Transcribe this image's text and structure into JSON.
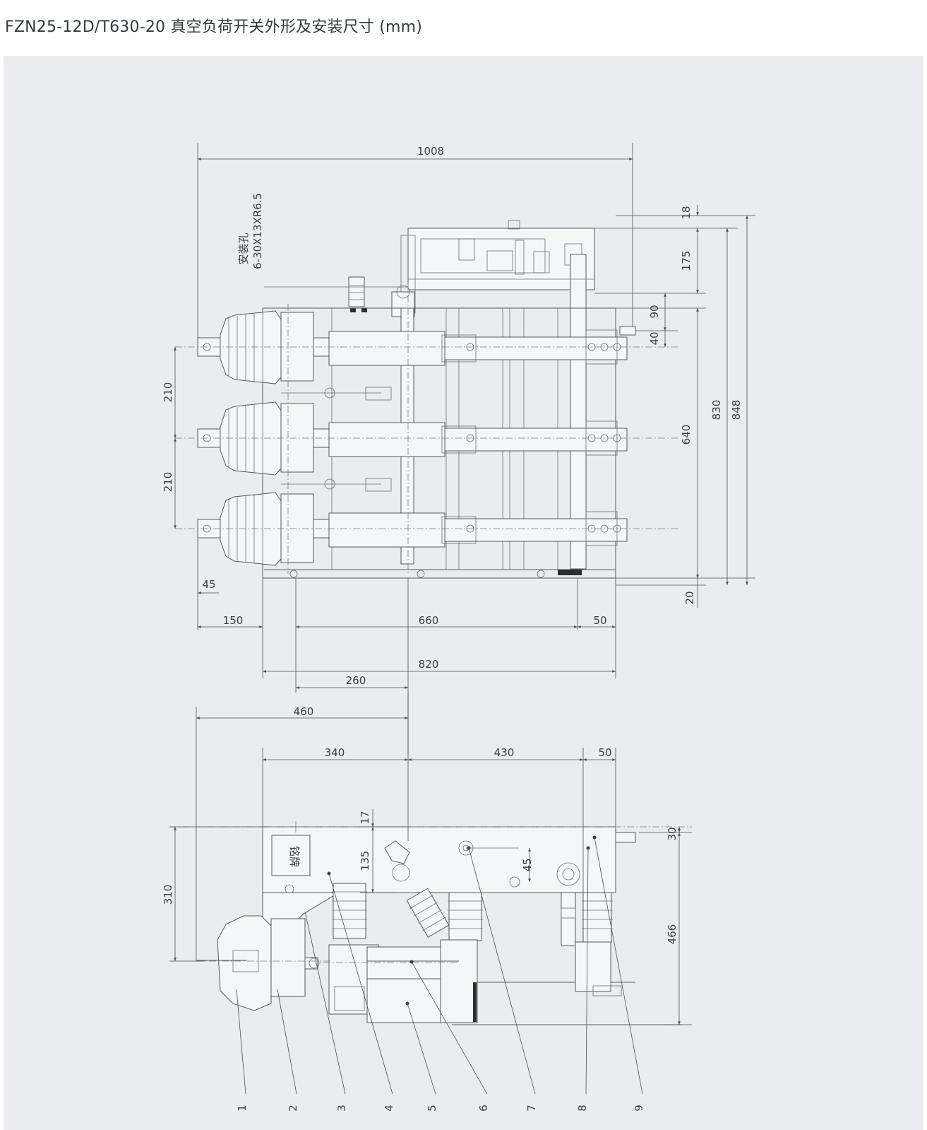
{
  "title": "FZN25-12D/T630-20  真空负荷开关外形及安装尺寸 (mm)",
  "mounting_note": [
    "安装孔",
    "6-30X13XR6.5"
  ],
  "nameplate": "铭牌",
  "top_view_dims": {
    "d1008": "1008",
    "d18": "18",
    "d175": "175",
    "d90": "90",
    "d40": "40",
    "d830": "830",
    "d848": "848",
    "d640": "640",
    "d20": "20",
    "d210a": "210",
    "d210b": "210",
    "d45": "45",
    "d150": "150",
    "d660": "660",
    "d50": "50",
    "d820": "820",
    "d260": "260"
  },
  "side_view_dims": {
    "d460": "460",
    "d340": "340",
    "d430": "430",
    "d50": "50",
    "d17": "17",
    "d135": "135",
    "d45": "45",
    "d30": "30",
    "d310": "310",
    "d466": "466"
  },
  "balloons": [
    "1",
    "2",
    "3",
    "4",
    "5",
    "6",
    "7",
    "8",
    "9"
  ],
  "colors": {
    "background": "#e9edf1",
    "line": "#55595e",
    "text": "#333a42"
  }
}
